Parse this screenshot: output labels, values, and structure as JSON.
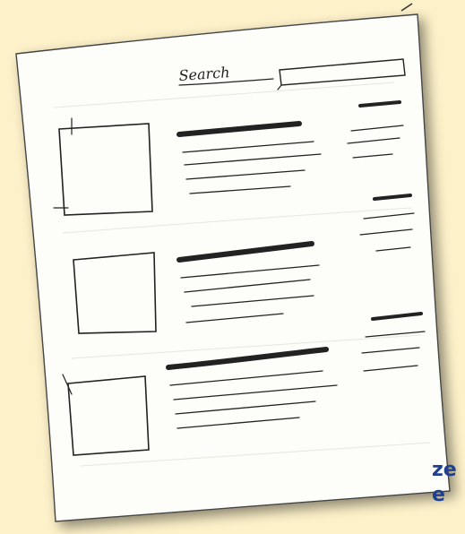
{
  "caption": {
    "line1": "ze",
    "line2": "e"
  },
  "sketch": {
    "header_text": "Search",
    "paper_color": "#fdfdf9",
    "ink_color": "#222222",
    "background_color": "#fdf1c9",
    "caption_color": "#1f3f8f",
    "result_count": 3
  }
}
